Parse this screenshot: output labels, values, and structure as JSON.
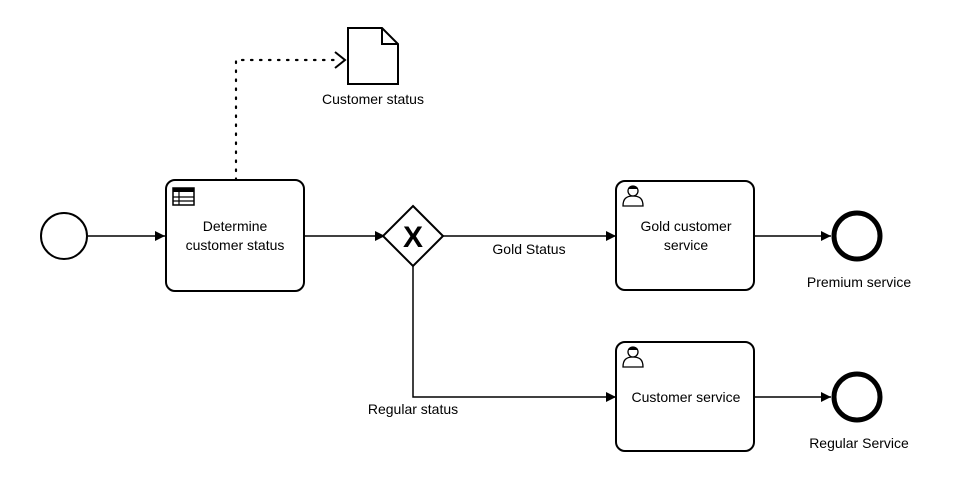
{
  "data_object": {
    "label": "Customer status"
  },
  "tasks": {
    "determine": {
      "line1": "Determine",
      "line2": "customer status"
    },
    "gold": {
      "line1": "Gold customer",
      "line2": "service"
    },
    "customer": {
      "line1": "Customer service"
    }
  },
  "gateway": {
    "symbol": "X"
  },
  "flows": {
    "gold_label": "Gold Status",
    "regular_label": "Regular status"
  },
  "end_events": {
    "premium": "Premium service",
    "regular": "Regular Service"
  }
}
